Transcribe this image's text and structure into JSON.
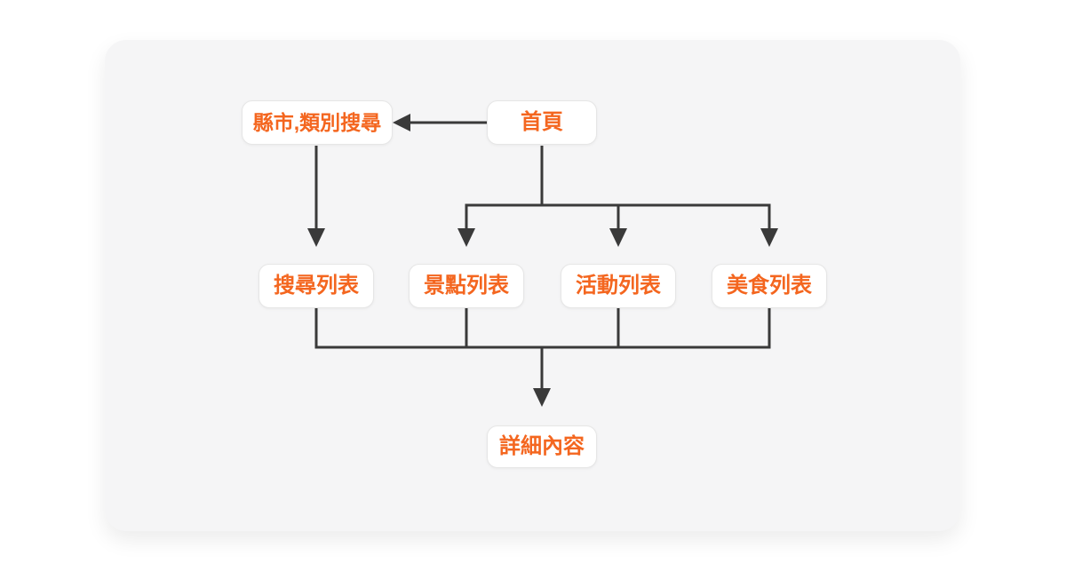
{
  "page": {
    "background_color": "#ffffff",
    "card_background_color": "#f5f5f6"
  },
  "diagram": {
    "type": "flowchart",
    "accent_text_color": "#f4661f",
    "connector_color": "#3a3a3a",
    "node_background_color": "#ffffff",
    "nodes": {
      "home": {
        "label": "首頁"
      },
      "search_filter": {
        "label": "縣市,類別搜尋"
      },
      "search_list": {
        "label": "搜尋列表"
      },
      "attraction_list": {
        "label": "景點列表"
      },
      "activity_list": {
        "label": "活動列表"
      },
      "food_list": {
        "label": "美食列表"
      },
      "detail": {
        "label": "詳細內容"
      }
    },
    "edges": [
      {
        "from": "home",
        "to": "search_filter"
      },
      {
        "from": "search_filter",
        "to": "search_list"
      },
      {
        "from": "home",
        "to": "attraction_list"
      },
      {
        "from": "home",
        "to": "activity_list"
      },
      {
        "from": "home",
        "to": "food_list"
      },
      {
        "from": "search_list",
        "to": "detail"
      },
      {
        "from": "attraction_list",
        "to": "detail"
      },
      {
        "from": "activity_list",
        "to": "detail"
      },
      {
        "from": "food_list",
        "to": "detail"
      }
    ]
  }
}
